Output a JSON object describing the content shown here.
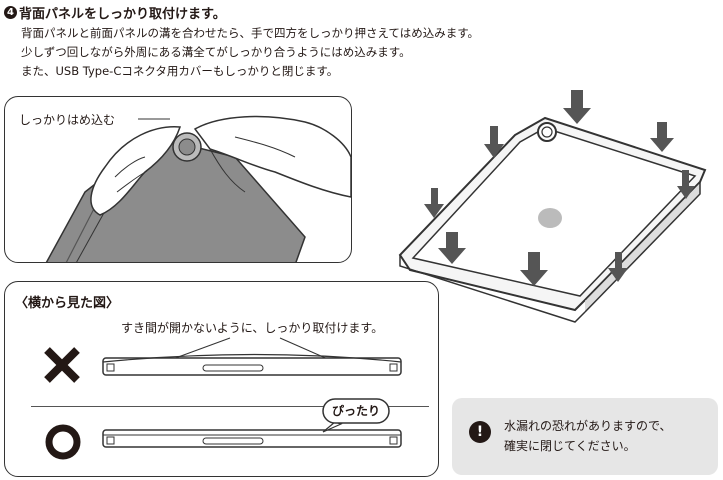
{
  "step": {
    "number": "4",
    "title": "背面パネルをしっかり取付けます。",
    "lines": [
      "背面パネルと前面パネルの溝を合わせたら、手で四方をしっかり押さえてはめ込みます。",
      "少しずつ回しながら外周にある溝全てがしっかり合うようにはめ込みます。",
      "また、USB Type-Cコネクタ用カバーもしっかりと閉じます。"
    ]
  },
  "photo": {
    "callout": "しっかりはめ込む"
  },
  "side_view": {
    "heading": "〈横から見た図〉",
    "caption": "すき間が開かないように、しっかり取付けます。",
    "ok_bubble": "ぴったり"
  },
  "warning": {
    "icon": "exclamation-icon",
    "line1": "水漏れの恐れがありますので、",
    "line2": "確実に閉じてください。"
  },
  "colors": {
    "ink": "#231815",
    "warning_bg": "#e6e6e6",
    "case_gray": "#8c8c8c"
  }
}
